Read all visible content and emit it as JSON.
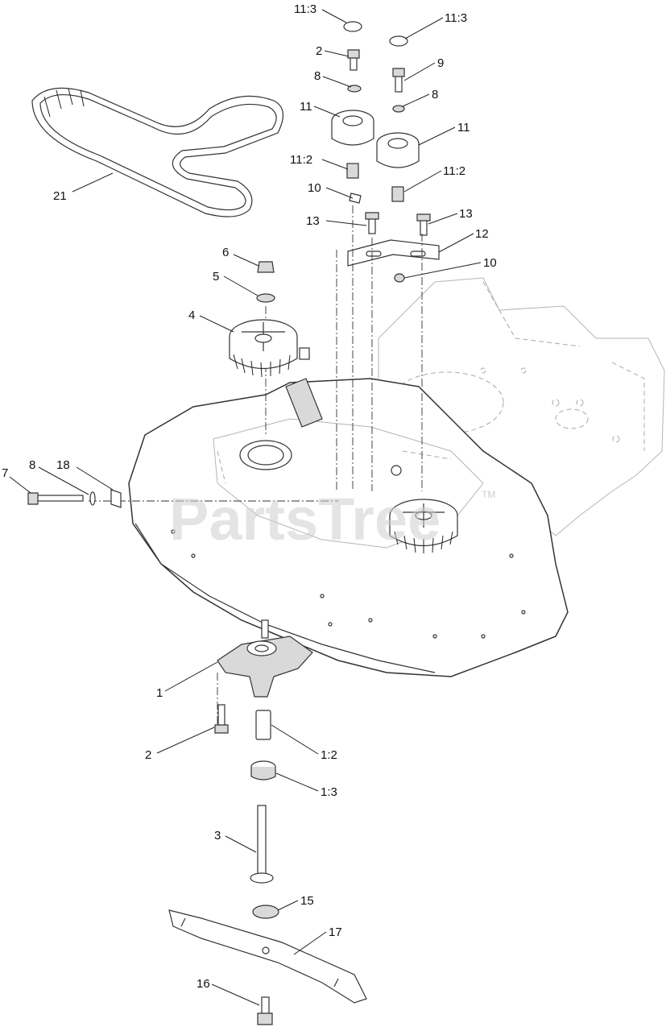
{
  "watermark": {
    "text": "PartsTree",
    "trademark": "TM"
  },
  "callouts": [
    {
      "id": "c-11-3-a",
      "label": "11:3"
    },
    {
      "id": "c-11-3-b",
      "label": "11:3"
    },
    {
      "id": "c-2-top",
      "label": "2"
    },
    {
      "id": "c-9",
      "label": "9"
    },
    {
      "id": "c-8-left",
      "label": "8"
    },
    {
      "id": "c-8-right",
      "label": "8"
    },
    {
      "id": "c-11-left",
      "label": "11"
    },
    {
      "id": "c-11-right",
      "label": "11"
    },
    {
      "id": "c-11-2-left",
      "label": "11:2"
    },
    {
      "id": "c-11-2-right",
      "label": "11:2"
    },
    {
      "id": "c-10-top",
      "label": "10"
    },
    {
      "id": "c-13-left",
      "label": "13"
    },
    {
      "id": "c-13-right",
      "label": "13"
    },
    {
      "id": "c-12",
      "label": "12"
    },
    {
      "id": "c-10-right",
      "label": "10"
    },
    {
      "id": "c-21",
      "label": "21"
    },
    {
      "id": "c-6",
      "label": "6"
    },
    {
      "id": "c-5",
      "label": "5"
    },
    {
      "id": "c-4",
      "label": "4"
    },
    {
      "id": "c-7",
      "label": "7"
    },
    {
      "id": "c-8-bolt",
      "label": "8"
    },
    {
      "id": "c-18",
      "label": "18"
    },
    {
      "id": "c-1",
      "label": "1"
    },
    {
      "id": "c-2-bottom",
      "label": "2"
    },
    {
      "id": "c-1-2",
      "label": "1:2"
    },
    {
      "id": "c-1-3",
      "label": "1:3"
    },
    {
      "id": "c-3",
      "label": "3"
    },
    {
      "id": "c-15",
      "label": "15"
    },
    {
      "id": "c-17",
      "label": "17"
    },
    {
      "id": "c-16",
      "label": "16"
    }
  ]
}
